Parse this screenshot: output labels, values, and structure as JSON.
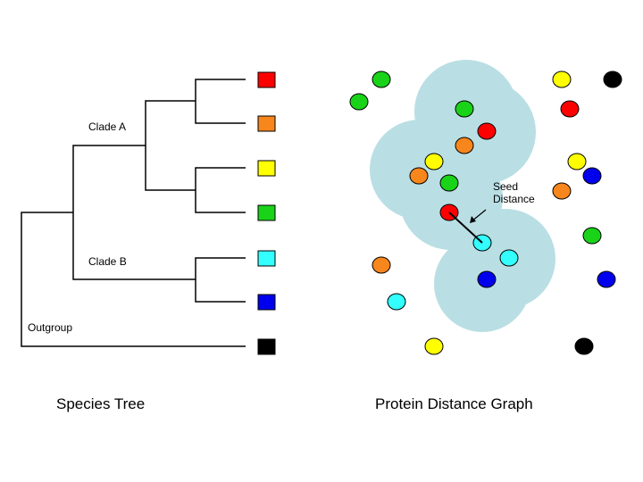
{
  "species_tree": {
    "caption": "Species Tree",
    "clade_a_label": "Clade A",
    "clade_b_label": "Clade B",
    "outgroup_label": "Outgroup",
    "leaves": [
      {
        "name": "red-leaf",
        "color": "#ff0000"
      },
      {
        "name": "orange-leaf",
        "color": "#f7861c"
      },
      {
        "name": "yellow-leaf",
        "color": "#ffff00"
      },
      {
        "name": "green-leaf",
        "color": "#19d319"
      },
      {
        "name": "cyan-leaf",
        "color": "#33ffff"
      },
      {
        "name": "blue-leaf",
        "color": "#0000ee"
      },
      {
        "name": "black-leaf",
        "color": "#000000"
      }
    ]
  },
  "protein_graph": {
    "caption": "Protein Distance Graph",
    "seed_label_line1": "Seed",
    "seed_label_line2": "Distance",
    "cluster_color": "#b9dfe4",
    "proteins": [
      {
        "name": "green-protein",
        "color": "#19d319"
      },
      {
        "name": "green-protein",
        "color": "#19d319"
      },
      {
        "name": "yellow-protein",
        "color": "#ffff00"
      },
      {
        "name": "black-protein",
        "color": "#000000"
      },
      {
        "name": "green-protein",
        "color": "#19d319"
      },
      {
        "name": "red-protein",
        "color": "#ff0000"
      },
      {
        "name": "orange-protein",
        "color": "#f7861c"
      },
      {
        "name": "red-protein",
        "color": "#ff0000"
      },
      {
        "name": "yellow-protein",
        "color": "#ffff00"
      },
      {
        "name": "orange-protein",
        "color": "#f7861c"
      },
      {
        "name": "green-protein",
        "color": "#19d319"
      },
      {
        "name": "yellow-protein",
        "color": "#ffff00"
      },
      {
        "name": "blue-protein",
        "color": "#0000ee"
      },
      {
        "name": "orange-protein",
        "color": "#f7861c"
      },
      {
        "name": "seed-red-protein",
        "color": "#ff0000"
      },
      {
        "name": "cyan-protein",
        "color": "#33ffff"
      },
      {
        "name": "cyan-protein",
        "color": "#33ffff"
      },
      {
        "name": "green-protein",
        "color": "#19d319"
      },
      {
        "name": "orange-protein",
        "color": "#f7861c"
      },
      {
        "name": "blue-protein",
        "color": "#0000ee"
      },
      {
        "name": "blue-protein",
        "color": "#0000ee"
      },
      {
        "name": "cyan-protein",
        "color": "#33ffff"
      },
      {
        "name": "yellow-protein",
        "color": "#ffff00"
      },
      {
        "name": "black-protein",
        "color": "#000000"
      }
    ]
  }
}
